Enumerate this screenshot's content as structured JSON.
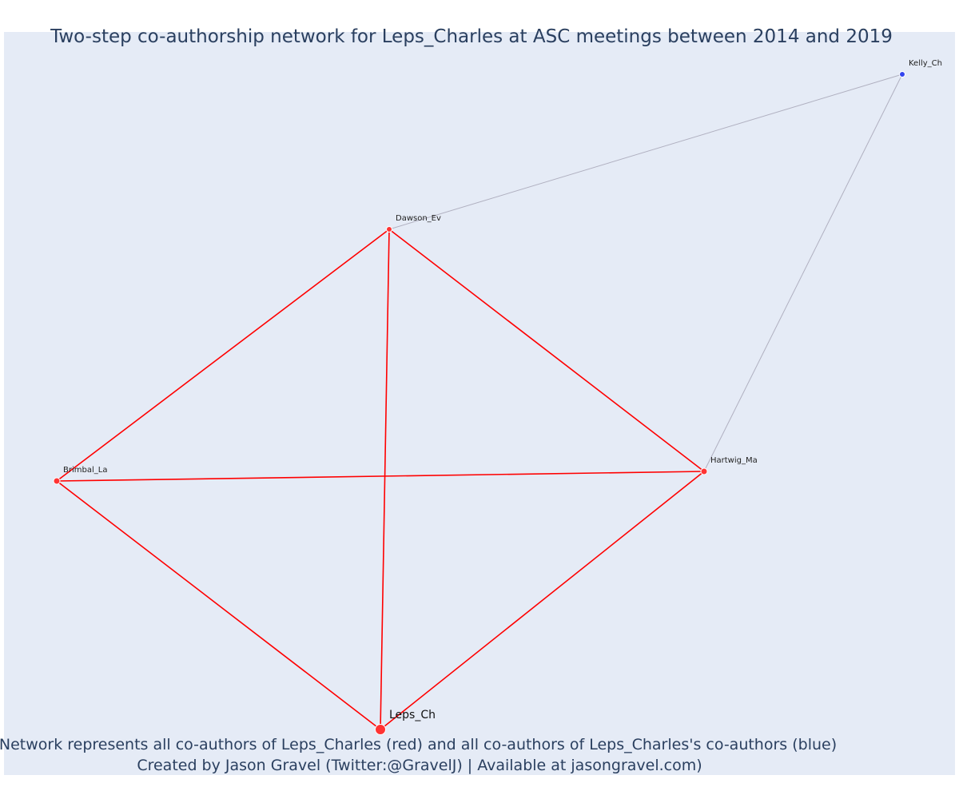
{
  "title": "Two-step co-authorship network for Leps_Charles at ASC meetings between 2014 and 2019",
  "caption": {
    "line1": "Network represents all co-authors of Leps_Charles (red) and all co-authors of Leps_Charles's co-authors (blue)",
    "line2": "Created by Jason Gravel (Twitter:@GravelJ) | Available at jasongravel.com)"
  },
  "colors": {
    "background": "#e5ebf6",
    "first_degree": "#ff0000",
    "second_degree": "#2b2bf0",
    "second_degree_edge": "#b0b0c0",
    "node_fill_red": "#ff3333",
    "node_fill_blue": "#3344ee"
  },
  "nodes": [
    {
      "id": "Leps_Ch",
      "label": "Leps_Ch",
      "group": "focal"
    },
    {
      "id": "Dawson_Ev",
      "label": "Dawson_Ev",
      "group": "first"
    },
    {
      "id": "Brimbal_La",
      "label": "Brimbal_La",
      "group": "first"
    },
    {
      "id": "Hartwig_Ma",
      "label": "Hartwig_Ma",
      "group": "first"
    },
    {
      "id": "Kelly_Ch",
      "label": "Kelly_Ch",
      "group": "second"
    }
  ],
  "edges": [
    {
      "source": "Leps_Ch",
      "target": "Dawson_Ev",
      "type": "first"
    },
    {
      "source": "Leps_Ch",
      "target": "Brimbal_La",
      "type": "first"
    },
    {
      "source": "Leps_Ch",
      "target": "Hartwig_Ma",
      "type": "first"
    },
    {
      "source": "Dawson_Ev",
      "target": "Brimbal_La",
      "type": "first"
    },
    {
      "source": "Dawson_Ev",
      "target": "Hartwig_Ma",
      "type": "first"
    },
    {
      "source": "Brimbal_La",
      "target": "Hartwig_Ma",
      "type": "first"
    },
    {
      "source": "Dawson_Ev",
      "target": "Kelly_Ch",
      "type": "second"
    },
    {
      "source": "Hartwig_Ma",
      "target": "Kelly_Ch",
      "type": "second"
    }
  ]
}
